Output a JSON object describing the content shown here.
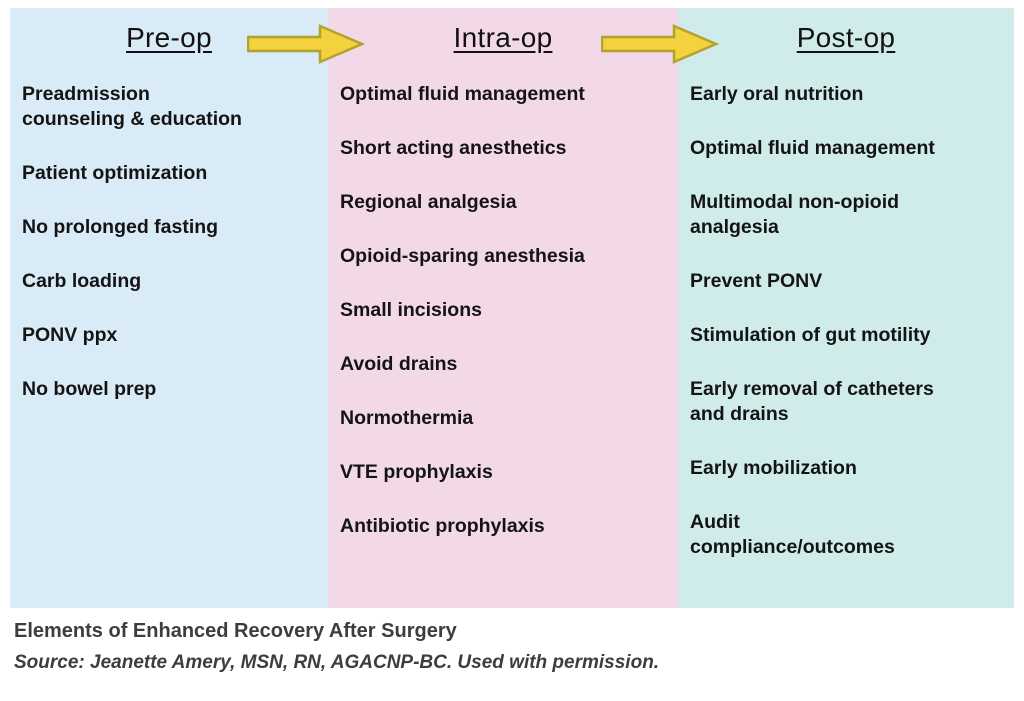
{
  "diagram": {
    "columns": [
      {
        "id": "pre-op",
        "title": "Pre-op",
        "bg": "#d9ebf7",
        "items": [
          "Preadmission\ncounseling & education",
          "Patient optimization",
          "No prolonged fasting",
          "Carb loading",
          "PONV ppx",
          "No bowel prep"
        ]
      },
      {
        "id": "intra-op",
        "title": "Intra-op",
        "bg": "#f3d9e8",
        "items": [
          "Optimal fluid management",
          "Short acting anesthetics",
          "Regional analgesia",
          "Opioid-sparing anesthesia",
          "Small incisions",
          "Avoid drains",
          "Normothermia",
          "VTE prophylaxis",
          "Antibiotic prophylaxis"
        ]
      },
      {
        "id": "post-op",
        "title": "Post-op",
        "bg": "#cfeceb",
        "items": [
          "Early oral nutrition",
          "Optimal fluid management",
          "Multimodal non-opioid\nanalgesia",
          "Prevent PONV",
          "Stimulation of gut motility",
          "Early removal of catheters\nand drains",
          "Early mobilization",
          "Audit\ncompliance/outcomes"
        ]
      }
    ],
    "arrow_color": "#f3d23d",
    "arrow_outline_color": "#b2a22f"
  },
  "caption": {
    "title": "Elements of Enhanced Recovery After Surgery",
    "source": "Source: Jeanette Amery, MSN, RN, AGACNP-BC. Used with permission."
  }
}
